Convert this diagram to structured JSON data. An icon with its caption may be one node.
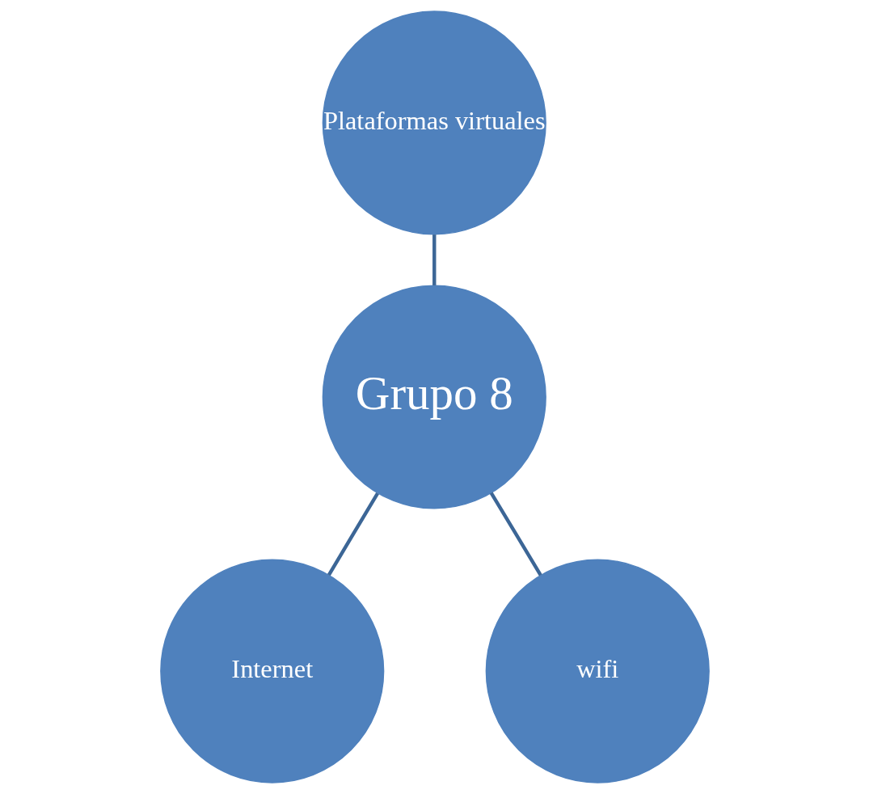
{
  "diagram": {
    "nodes": [
      {
        "text": [
          "Plataformas virtuales"
        ]
      },
      {
        "text": [
          "Grupo 8"
        ]
      },
      {
        "text": [
          "Internet"
        ]
      },
      {
        "text": [
          "wifi"
        ]
      }
    ],
    "edges": [
      {
        "from": 1,
        "to": 0,
        "arrow": "none"
      },
      {
        "from": 1,
        "to": 2,
        "arrow": "none"
      },
      {
        "from": 1,
        "to": 3,
        "arrow": "none"
      }
    ]
  }
}
